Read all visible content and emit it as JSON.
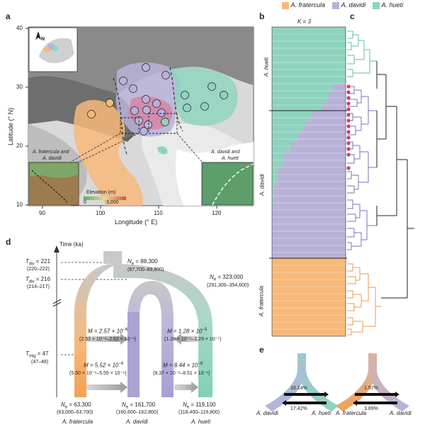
{
  "panels": {
    "a": "a",
    "b": "b",
    "c": "c",
    "d": "d",
    "e": "e"
  },
  "legend": {
    "items": [
      {
        "name": "A. fratercula",
        "color": "#f7b97a"
      },
      {
        "name": "A. davidi",
        "color": "#b9b2d8"
      },
      {
        "name": "A. hueti",
        "color": "#8fd3bf"
      }
    ]
  },
  "colors": {
    "fratercula": "#f7b97a",
    "davidi": "#b9b2d8",
    "hueti": "#8fd3bf",
    "red_dot": "#c8406a"
  },
  "map": {
    "ylabel": "Latitude (° N)",
    "xlabel": "Longitude (° E)",
    "yticks": [
      "40",
      "30",
      "20",
      "10"
    ],
    "xticks": [
      "90",
      "100",
      "110",
      "120"
    ],
    "inset_left_label_1": "A. fratercula and",
    "inset_left_label_2": "A. davidi",
    "inset_right_label_1": "A. davidi and",
    "inset_right_label_2": "A. hueti",
    "elevation_title": "Elevation (m)",
    "elevation_min": "0",
    "elevation_max": "3,000",
    "north": "N"
  },
  "structure": {
    "k_label": "K = 3",
    "groups": [
      "A. hueti",
      "A. davidi",
      "A. fratercula"
    ]
  },
  "demography": {
    "axis_title": "Time (ka)",
    "t_div1": "T",
    "t_div1_sub": "div",
    "t_div1_val": " = 221",
    "t_div1_ci": "(220–222)",
    "t_div2": "T",
    "t_div2_sub": "div",
    "t_div2_val": " = 216",
    "t_div2_ci": "(214–217)",
    "t_mig": "T",
    "t_mig_sub": "mig",
    "t_mig_val": " = 47",
    "t_mig_ci": "(47–48)",
    "ne_anc": "N",
    "ne_anc_val": " = 88,300",
    "ne_anc_ci": "(87,700–88,800)",
    "ne_anc2": "N",
    "ne_anc2_val": " = 323,000",
    "ne_anc2_ci": "(291,300–354,600)",
    "m1": "M = 2.57 × 10",
    "m1_exp": "−6",
    "m1_ci": "(2.53 × 10⁻⁶–2.62 × 10⁻⁶)",
    "m2": "M = 1.28 × 10",
    "m2_exp": "−5",
    "m2_ci": "(1.28 × 10⁻⁵–1.29 × 10⁻⁵)",
    "m3": "M = 5.52 × 10",
    "m3_exp": "−6",
    "m3_ci": "(5.50 × 10⁻⁶–5.55 × 10⁻⁶)",
    "m4": "M = 8.44 × 10",
    "m4_exp": "−6",
    "m4_ci": "(8.37 × 10⁻⁶–8.51 × 10⁻⁶)",
    "ne1": "N",
    "ne1_val": " = 63,300",
    "ne1_ci": "(63,000–63,700)",
    "ne1_name": "A. fratercula",
    "ne2": "N",
    "ne2_val": " = 161,700",
    "ne2_ci": "(160,600–162,800)",
    "ne2_name": "A. davidi",
    "ne3": "N",
    "ne3_val": " = 119,100",
    "ne3_ci": "(118,400–119,800)",
    "ne3_name": "A. hueti",
    "sub_e": "e"
  },
  "introgression": {
    "left": {
      "a": "A. davidi",
      "b": "A. hueti",
      "top": "16.14%",
      "bottom": "17.42%"
    },
    "right": {
      "a": "A. fratercula",
      "b": "A. davidi",
      "top": "1.57%",
      "bottom": "3.89%"
    }
  }
}
